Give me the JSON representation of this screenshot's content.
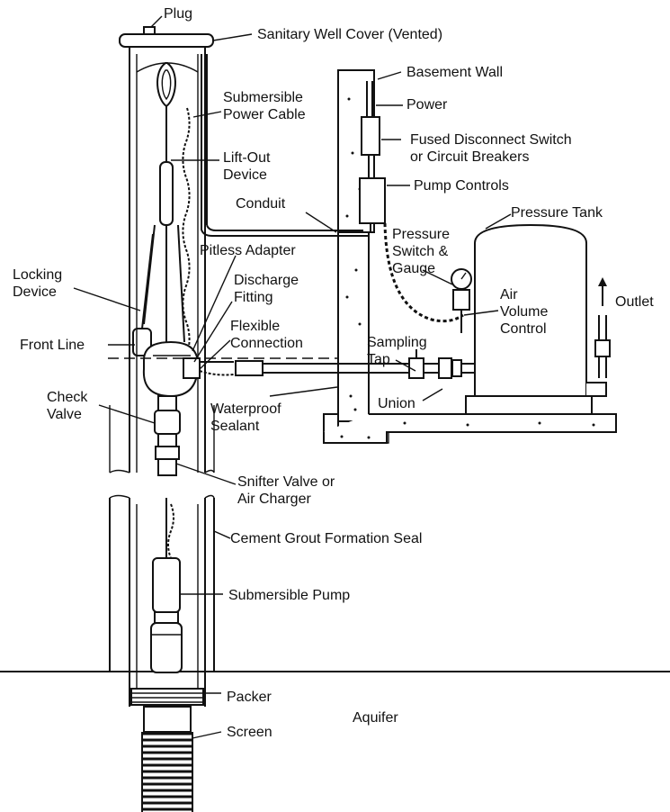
{
  "diagram": {
    "labels": {
      "plug": "Plug",
      "well_cover": "Sanitary Well Cover (Vented)",
      "basement_wall": "Basement Wall",
      "power": "Power",
      "power_cable": "Submersible\nPower Cable",
      "disconnect": "Fused Disconnect Switch\nor Circuit Breakers",
      "lift_out": "Lift-Out\nDevice",
      "pump_controls": "Pump Controls",
      "conduit": "Conduit",
      "pressure_tank": "Pressure Tank",
      "pitless": "Pitless Adapter",
      "pressure_switch": "Pressure\nSwitch &\nGauge",
      "locking": "Locking\nDevice",
      "discharge": "Discharge\nFitting",
      "air_volume": "Air\nVolume\nControl",
      "outlet": "Outlet",
      "flexible": "Flexible\nConnection",
      "front_line": "Front Line",
      "sampling_tap": "Sampling\nTap",
      "check_valve": "Check\nValve",
      "union": "Union",
      "waterproof": "Waterproof\nSealant",
      "snifter": "Snifter Valve or\nAir Charger",
      "cement_grout": "Cement Grout Formation Seal",
      "sub_pump": "Submersible Pump",
      "packer": "Packer",
      "aquifer": "Aquifer",
      "screen": "Screen"
    }
  }
}
